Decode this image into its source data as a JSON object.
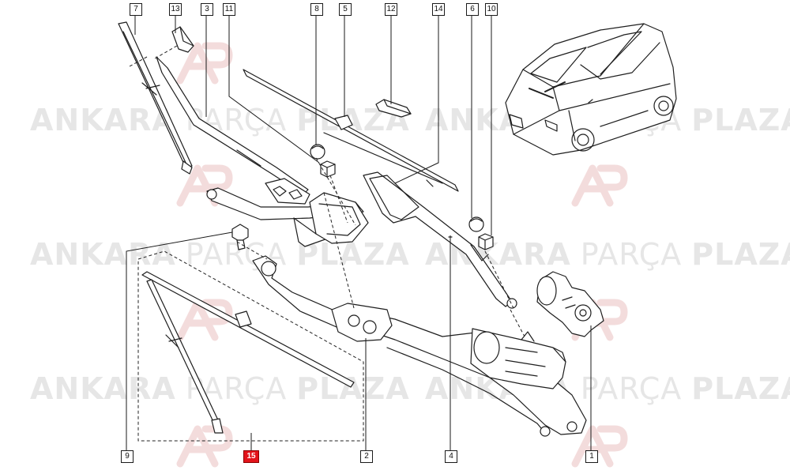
{
  "diagram": {
    "callouts": [
      {
        "id": "c7",
        "label": "7"
      },
      {
        "id": "c13",
        "label": "13"
      },
      {
        "id": "c3",
        "label": "3"
      },
      {
        "id": "c11",
        "label": "11"
      },
      {
        "id": "c8",
        "label": "8"
      },
      {
        "id": "c5",
        "label": "5"
      },
      {
        "id": "c12",
        "label": "12"
      },
      {
        "id": "c14",
        "label": "14"
      },
      {
        "id": "c6",
        "label": "6"
      },
      {
        "id": "c10",
        "label": "10"
      },
      {
        "id": "c9",
        "label": "9"
      },
      {
        "id": "c15",
        "label": "15",
        "highlight": true
      },
      {
        "id": "c2",
        "label": "2"
      },
      {
        "id": "c4",
        "label": "4"
      },
      {
        "id": "c1",
        "label": "1"
      }
    ],
    "highlight_color": "#e3141b"
  },
  "watermark": {
    "word1": "ANKARA",
    "word2": "PARÇA",
    "word3": "PLAZA",
    "color": "#e6e6e6",
    "logo_color": "#f3dcdc"
  }
}
